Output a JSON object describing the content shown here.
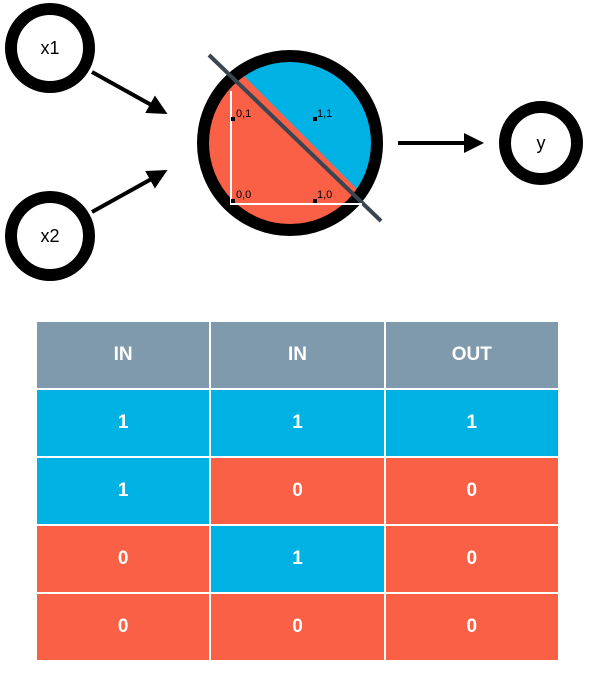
{
  "nodes": {
    "x1": "x1",
    "x2": "x2",
    "y": "y"
  },
  "points": {
    "p01": "0,1",
    "p11": "1,1",
    "p00": "0,0",
    "p10": "1,0"
  },
  "colors": {
    "blue": "#00b2e3",
    "red": "#fa6046",
    "header": "#7f9aad"
  },
  "table": {
    "headers": [
      "IN",
      "IN",
      "OUT"
    ],
    "rows": [
      {
        "cells": [
          "1",
          "1",
          "1"
        ],
        "colors": [
          "blue",
          "blue",
          "blue"
        ]
      },
      {
        "cells": [
          "1",
          "0",
          "0"
        ],
        "colors": [
          "blue",
          "red",
          "red"
        ]
      },
      {
        "cells": [
          "0",
          "1",
          "0"
        ],
        "colors": [
          "red",
          "blue",
          "red"
        ]
      },
      {
        "cells": [
          "0",
          "0",
          "0"
        ],
        "colors": [
          "red",
          "red",
          "red"
        ]
      }
    ]
  }
}
